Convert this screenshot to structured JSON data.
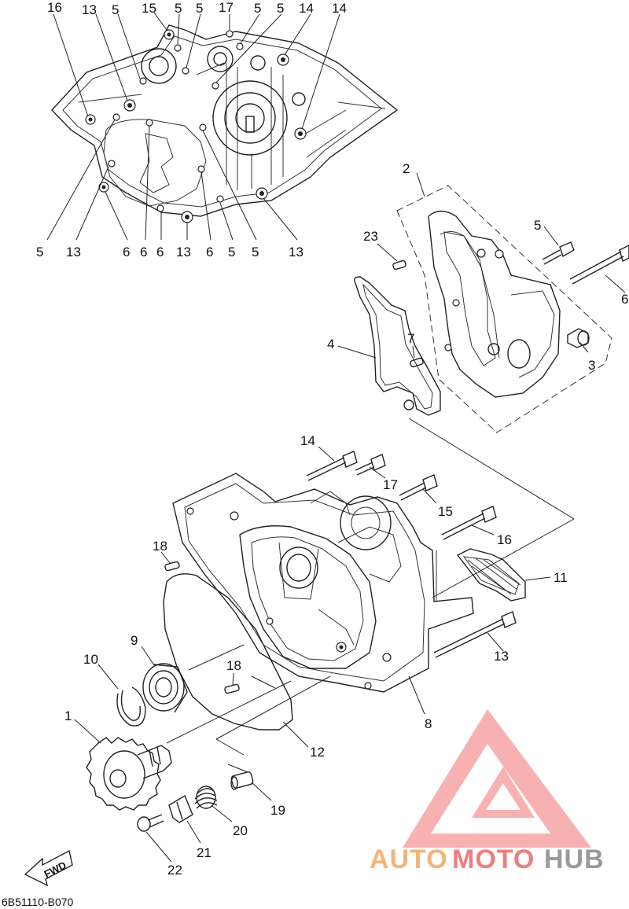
{
  "diagram": {
    "drawing_code": "6B51110-B070",
    "fwd_label": "FWD",
    "watermark": {
      "auto": "AUTO",
      "moto": "MOTO",
      "hub": "HUB",
      "color_light": "#f5b37a",
      "color_red": "#f07d7d",
      "color_gray": "#9a9a9a"
    },
    "top_labels": [
      "16",
      "13",
      "5",
      "15",
      "5",
      "5",
      "17",
      "5",
      "5",
      "14",
      "14"
    ],
    "bottom_labels": [
      "5",
      "13",
      "6",
      "6",
      "6",
      "13",
      "6",
      "5",
      "5",
      "13"
    ],
    "callouts": {
      "p1": "1",
      "p2": "2",
      "p3": "3",
      "p4": "4",
      "p5": "5",
      "p6": "6",
      "p7": "7",
      "p8": "8",
      "p9": "9",
      "p10": "10",
      "p11": "11",
      "p12": "12",
      "p13": "13",
      "p14": "14",
      "p15": "15",
      "p16": "16",
      "p17": "17",
      "p18a": "18",
      "p18b": "18",
      "p19": "19",
      "p20": "20",
      "p21": "21",
      "p22": "22",
      "p23": "23"
    }
  }
}
